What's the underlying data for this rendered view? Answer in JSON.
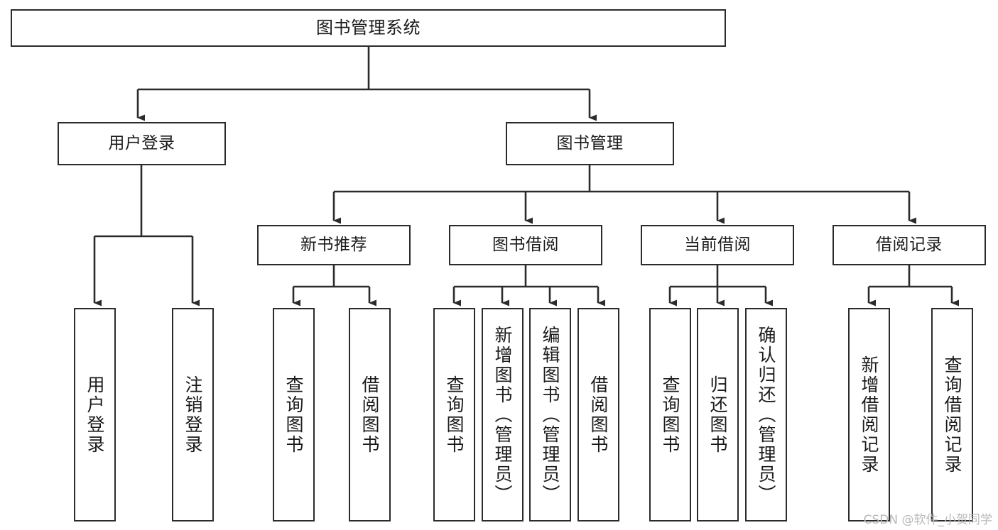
{
  "diagram": {
    "title": "图书管理系统",
    "type": "tree-hierarchy",
    "orientation": "top-down",
    "box_fill": "#ffffff",
    "box_stroke": "#2b2b2b",
    "text_color": "#1b1b1b",
    "connector_color": "#2b2b2b"
  },
  "nodes": {
    "root": {
      "label": "图书管理系统"
    },
    "level1": [
      {
        "label": "用户登录"
      },
      {
        "label": "图书管理"
      }
    ],
    "level2": [
      {
        "label": "新书推荐"
      },
      {
        "label": "图书借阅"
      },
      {
        "label": "当前借阅"
      },
      {
        "label": "借阅记录"
      }
    ],
    "leaves": {
      "user_login": [
        {
          "label": "用户登录"
        },
        {
          "label": "注销登录"
        }
      ],
      "new_book_recommend": [
        {
          "label": "查询图书"
        },
        {
          "label": "借阅图书"
        }
      ],
      "book_borrow": [
        {
          "label": "查询图书"
        },
        {
          "label": "新增图书（管理员）"
        },
        {
          "label": "编辑图书（管理员）"
        },
        {
          "label": "借阅图书"
        }
      ],
      "current_borrow": [
        {
          "label": "查询图书"
        },
        {
          "label": "归还图书"
        },
        {
          "label": "确认归还（管理员）"
        }
      ],
      "borrow_record": [
        {
          "label": "新增借阅记录"
        },
        {
          "label": "查询借阅记录"
        }
      ]
    }
  },
  "watermark": {
    "text": "CSDN @软件_小贺同学"
  }
}
